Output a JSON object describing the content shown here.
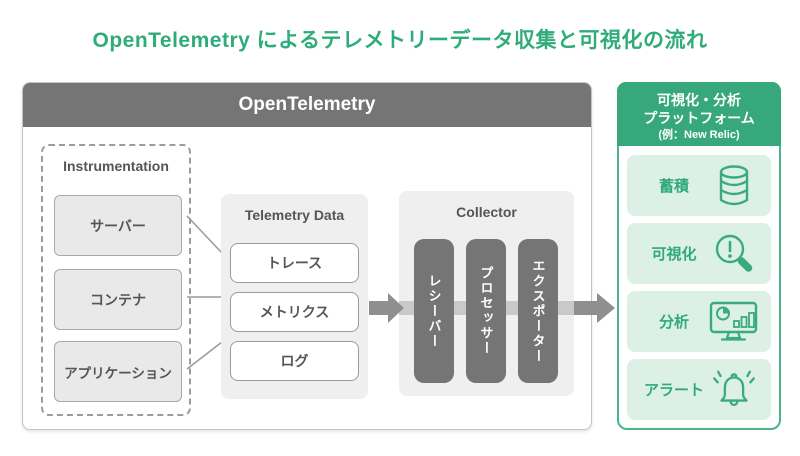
{
  "title": "OpenTelemetry によるテレメトリーデータ収集と可視化の流れ",
  "colors": {
    "brand_green": "#2fab7c",
    "header_green": "#37a87c",
    "item_green_bg": "#ddf0e6",
    "panel_border_green": "#4db389",
    "dark_gray": "#757575",
    "panel_gray": "#efefef",
    "arrow_dark": "#8f8f8f",
    "arrow_light": "#c9c9c9",
    "text_gray": "#555555"
  },
  "main": {
    "header": "OpenTelemetry",
    "instrumentation": {
      "label": "Instrumentation",
      "items": [
        "サーバー",
        "コンテナ",
        "アプリケーション"
      ]
    },
    "telemetry": {
      "label": "Telemetry Data",
      "items": [
        "トレース",
        "メトリクス",
        "ログ"
      ]
    },
    "collector": {
      "label": "Collector",
      "items": [
        "レシーバー",
        "プロセッサー",
        "エクスポーター"
      ]
    }
  },
  "platform": {
    "title_line1": "可視化・分析",
    "title_line2": "プラットフォーム",
    "subtitle": "(例：New Relic)",
    "items": [
      {
        "label": "蓄積",
        "icon": "database-icon"
      },
      {
        "label": "可視化",
        "icon": "magnifier-alert-icon"
      },
      {
        "label": "分析",
        "icon": "monitor-chart-icon"
      },
      {
        "label": "アラート",
        "icon": "bell-icon"
      }
    ]
  }
}
